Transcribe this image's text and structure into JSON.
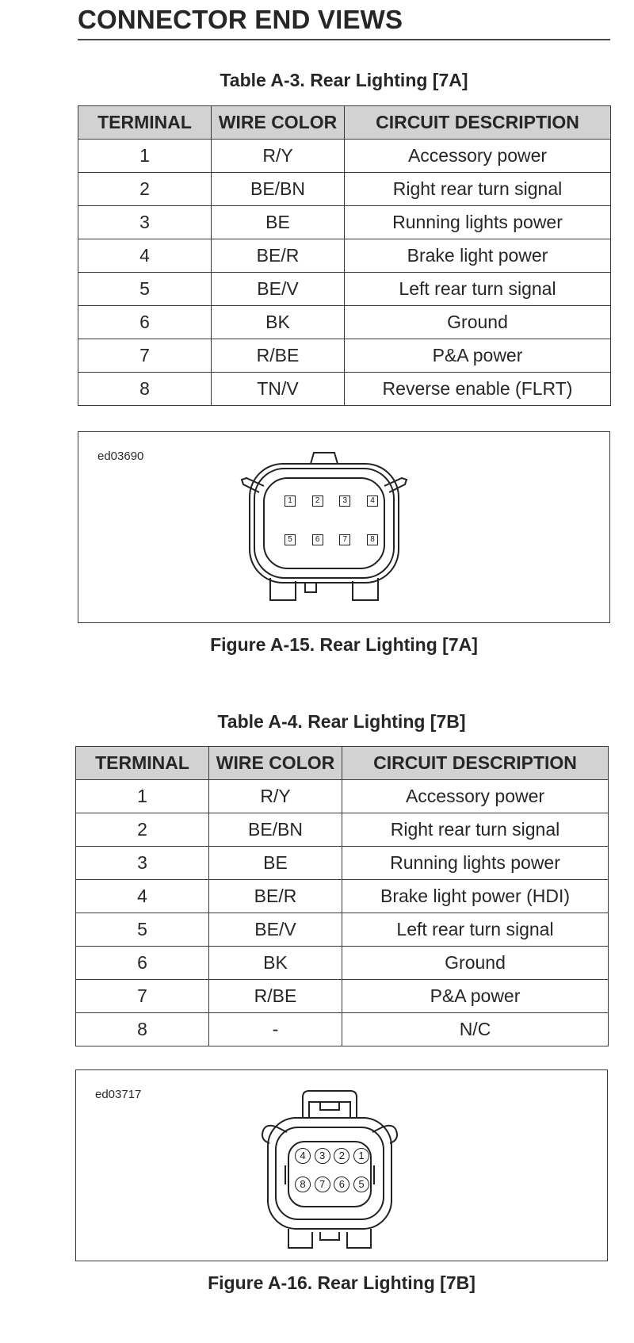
{
  "page": {
    "title": "CONNECTOR END VIEWS"
  },
  "table1": {
    "caption": "Table A-3. Rear Lighting [7A]",
    "headers": [
      "TERMINAL",
      "WIRE COLOR",
      "CIRCUIT DESCRIPTION"
    ],
    "rows": [
      [
        "1",
        "R/Y",
        "Accessory power"
      ],
      [
        "2",
        "BE/BN",
        "Right rear turn signal"
      ],
      [
        "3",
        "BE",
        "Running lights power"
      ],
      [
        "4",
        "BE/R",
        "Brake light power"
      ],
      [
        "5",
        "BE/V",
        "Left rear turn signal"
      ],
      [
        "6",
        "BK",
        "Ground"
      ],
      [
        "7",
        "R/BE",
        "P&A power"
      ],
      [
        "8",
        "TN/V",
        "Reverse enable (FLRT)"
      ]
    ]
  },
  "figure1": {
    "id": "ed03690",
    "caption": "Figure A-15. Rear Lighting [7A]",
    "pins_top": [
      "1",
      "2",
      "3",
      "4"
    ],
    "pins_bottom": [
      "5",
      "6",
      "7",
      "8"
    ]
  },
  "table2": {
    "caption": "Table A-4. Rear Lighting [7B]",
    "headers": [
      "TERMINAL",
      "WIRE COLOR",
      "CIRCUIT DESCRIPTION"
    ],
    "rows": [
      [
        "1",
        "R/Y",
        "Accessory power"
      ],
      [
        "2",
        "BE/BN",
        "Right rear turn signal"
      ],
      [
        "3",
        "BE",
        "Running lights power"
      ],
      [
        "4",
        "BE/R",
        "Brake light power (HDI)"
      ],
      [
        "5",
        "BE/V",
        "Left rear turn signal"
      ],
      [
        "6",
        "BK",
        "Ground"
      ],
      [
        "7",
        "R/BE",
        "P&A power"
      ],
      [
        "8",
        "-",
        "N/C"
      ]
    ]
  },
  "figure2": {
    "id": "ed03717",
    "caption": "Figure A-16. Rear Lighting [7B]",
    "pins_top": [
      "4",
      "3",
      "2",
      "1"
    ],
    "pins_bottom": [
      "8",
      "7",
      "6",
      "5"
    ]
  }
}
